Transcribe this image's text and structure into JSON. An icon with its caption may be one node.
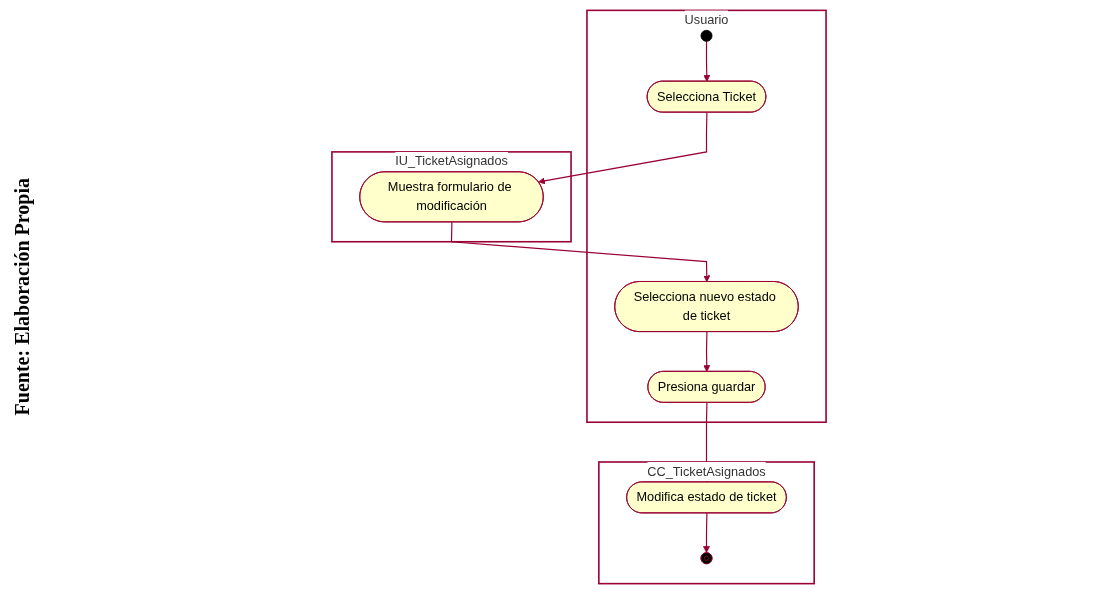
{
  "diagram": {
    "nodes": [
      {
        "text": [
          "Usuario"
        ]
      },
      {
        "text": [],
        "shape": "circle",
        "in": 0
      },
      {
        "text": [
          "Selecciona Ticket"
        ],
        "in": 0
      },
      {
        "text": [
          "Selecciona nuevo estado de ticket"
        ],
        "in": 0
      },
      {
        "text": [
          "Presiona guardar"
        ],
        "in": 0
      },
      {
        "text": [
          "IU_TicketAsignados"
        ]
      },
      {
        "text": [
          "Muestra formulario de modificación"
        ],
        "in": 5
      },
      {
        "text": [
          "CC_TicketAsignados"
        ]
      },
      {
        "text": [
          "Modifica estado de ticket"
        ],
        "in": 7
      },
      {
        "text": [],
        "shape": "bullseye",
        "in": 7
      }
    ],
    "edges": [
      {
        "from": 1,
        "to": 2,
        "arrow": "to"
      },
      {
        "from": 2,
        "to": 6,
        "arrow": "to"
      },
      {
        "from": 6,
        "to": 3,
        "arrow": "to"
      },
      {
        "from": 3,
        "to": 4,
        "arrow": "to"
      },
      {
        "from": 4,
        "to": 8,
        "arrow": "to"
      },
      {
        "from": 8,
        "to": 9,
        "arrow": "to"
      }
    ],
    "labels": [
      "Fuente: Elaboración Propia"
    ]
  }
}
